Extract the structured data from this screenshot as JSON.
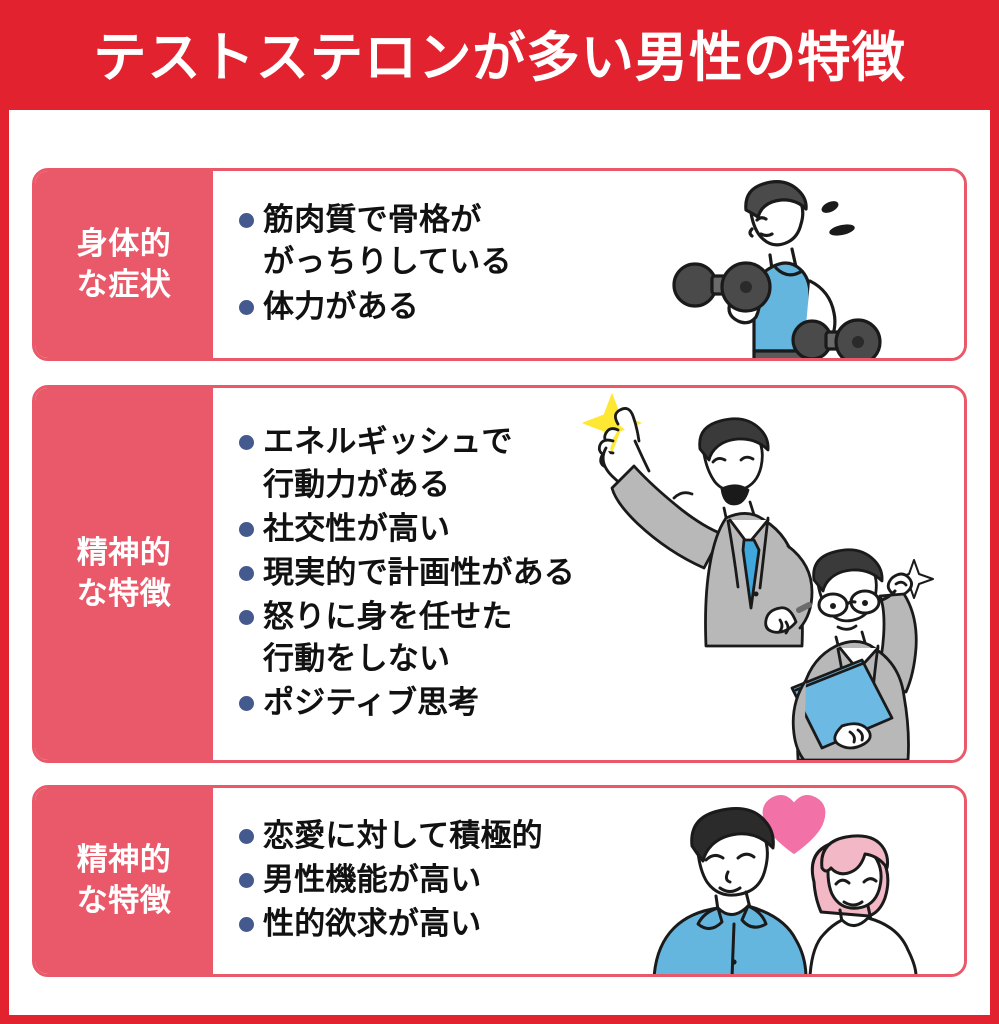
{
  "header": {
    "title": "テストステロンが多い男性の特徴",
    "background_color": "#e2222e",
    "text_color": "#ffffff"
  },
  "theme": {
    "banner_red": "#e2222e",
    "label_pink": "#e9596a",
    "bullet_blue": "#445a8f",
    "text_black": "#111111",
    "card_background": "#ffffff",
    "accent_blue": "#4ea3d6",
    "suit_gray": "#b8b8b8",
    "heart_pink": "#f272a8",
    "sparkle_yellow": "#ffe834"
  },
  "cards": [
    {
      "id": "physical",
      "label": "身体的\nな症状",
      "label_lines": [
        "身体的",
        "な症状"
      ],
      "bullets": [
        "筋肉質で骨格が\nがっちりしている",
        "体力がある"
      ],
      "illustration": "man-lifting-dumbbells-icon"
    },
    {
      "id": "mental",
      "label": "精神的\nな特徴",
      "label_lines": [
        "精神的",
        "な特徴"
      ],
      "bullets": [
        "エネルギッシュで\n行動力がある",
        "社交性が高い",
        "現実的で計画性がある",
        "怒りに身を任せた\n行動をしない",
        "ポジティブ思考"
      ],
      "illustration": "two-businessmen-icon"
    },
    {
      "id": "mental-two",
      "label": "精神的\nな特徴",
      "label_lines": [
        "精神的",
        "な特徴"
      ],
      "bullets": [
        "恋愛に対して積極的",
        "男性機能が高い",
        "性的欲求が高い"
      ],
      "illustration": "couple-with-heart-icon"
    }
  ]
}
